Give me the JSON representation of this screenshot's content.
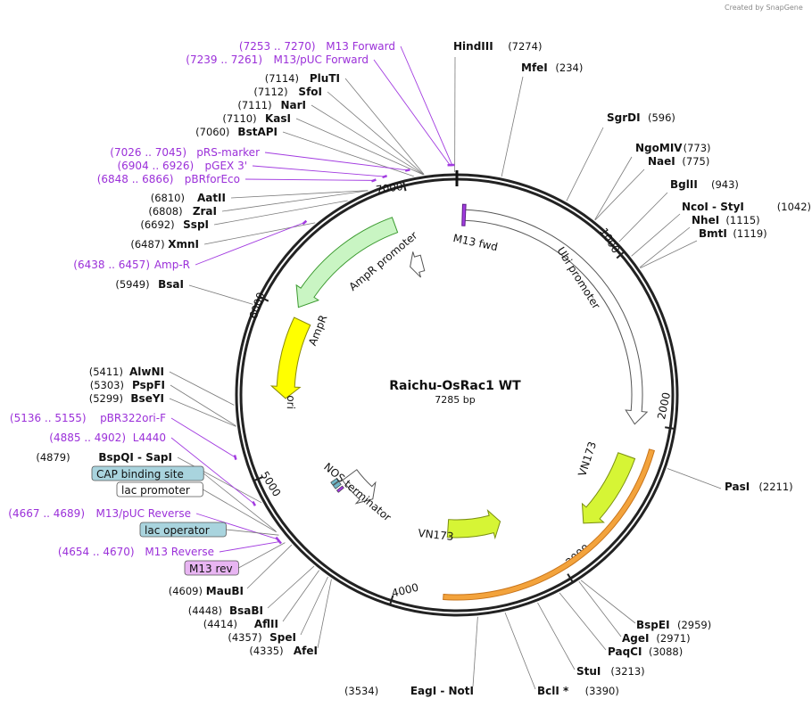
{
  "credit": "Created by SnapGene",
  "plasmid": {
    "name": "Raichu-OsRac1 WT",
    "length_label": "7285 bp",
    "length": 7285
  },
  "ticks": [
    {
      "pos": 1000,
      "label": "1000"
    },
    {
      "pos": 2000,
      "label": "2000"
    },
    {
      "pos": 3000,
      "label": "3000"
    },
    {
      "pos": 4000,
      "label": "4000"
    },
    {
      "pos": 5000,
      "label": "5000"
    },
    {
      "pos": 6000,
      "label": "6000"
    },
    {
      "pos": 7000,
      "label": "7000"
    }
  ],
  "enzymes": [
    {
      "name": "HindIII",
      "pos_text": "(7274)",
      "pos": 7274
    },
    {
      "name": "MfeI",
      "pos_text": "(234)",
      "pos": 234
    },
    {
      "name": "SgrDI",
      "pos_text": "(596)",
      "pos": 596
    },
    {
      "name": "NgoMIV",
      "pos_text": "(773)",
      "pos": 773
    },
    {
      "name": "NaeI",
      "pos_text": "(775)",
      "pos": 775
    },
    {
      "name": "BglII",
      "pos_text": "(943)",
      "pos": 943
    },
    {
      "name": "NcoI  -  StyI",
      "pos_text": "(1042)",
      "pos": 1042
    },
    {
      "name": "NheI",
      "pos_text": "(1115)",
      "pos": 1115
    },
    {
      "name": "BmtI",
      "pos_text": "(1119)",
      "pos": 1119
    },
    {
      "name": "PasI",
      "pos_text": "(2211)",
      "pos": 2211
    },
    {
      "name": "BspEI",
      "pos_text": "(2959)",
      "pos": 2959
    },
    {
      "name": "AgeI",
      "pos_text": "(2971)",
      "pos": 2971
    },
    {
      "name": "PaqCI",
      "pos_text": "(3088)",
      "pos": 3088
    },
    {
      "name": "StuI",
      "pos_text": "(3213)",
      "pos": 3213
    },
    {
      "name": "BclI *",
      "pos_text": "(3390)",
      "pos": 3390
    },
    {
      "name": "EagI  -  NotI",
      "pos_text": "(3534)",
      "pos": 3534
    },
    {
      "name": "AfeI",
      "pos_text": "(4335)",
      "pos": 4335
    },
    {
      "name": "SpeI",
      "pos_text": "(4357)",
      "pos": 4357
    },
    {
      "name": "AflII",
      "pos_text": "(4414)",
      "pos": 4414
    },
    {
      "name": "BsaBI",
      "pos_text": "(4448)",
      "pos": 4448
    },
    {
      "name": "MauBI",
      "pos_text": "(4609)",
      "pos": 4609
    },
    {
      "name": "BspQI  -  SapI",
      "pos_text": "(4879)",
      "pos": 4879
    },
    {
      "name": "BseYI",
      "pos_text": "(5299)",
      "pos": 5299
    },
    {
      "name": "PspFI",
      "pos_text": "(5303)",
      "pos": 5303
    },
    {
      "name": "AlwNI",
      "pos_text": "(5411)",
      "pos": 5411
    },
    {
      "name": "BsaI",
      "pos_text": "(5949)",
      "pos": 5949
    },
    {
      "name": "XmnI",
      "pos_text": "(6487)",
      "pos": 6487
    },
    {
      "name": "SspI",
      "pos_text": "(6692)",
      "pos": 6692
    },
    {
      "name": "ZraI",
      "pos_text": "(6808)",
      "pos": 6808
    },
    {
      "name": "AatII",
      "pos_text": "(6810)",
      "pos": 6810
    },
    {
      "name": "BstAPI",
      "pos_text": "(7060)",
      "pos": 7060
    },
    {
      "name": "KasI",
      "pos_text": "(7110)",
      "pos": 7110
    },
    {
      "name": "NarI",
      "pos_text": "(7111)",
      "pos": 7111
    },
    {
      "name": "SfoI",
      "pos_text": "(7112)",
      "pos": 7112
    },
    {
      "name": "PluTI",
      "pos_text": "(7114)",
      "pos": 7114
    }
  ],
  "primers": [
    {
      "name": "M13 Forward",
      "range_text": "(7253 .. 7270)",
      "pos": 7261
    },
    {
      "name": "M13/pUC Forward",
      "range_text": "(7239 .. 7261)",
      "pos": 7250
    },
    {
      "name": "pRS-marker",
      "range_text": "(7026 .. 7045)",
      "pos": 7035
    },
    {
      "name": "pGEX 3'",
      "range_text": "(6904 .. 6926)",
      "pos": 6915
    },
    {
      "name": "pBRforEco",
      "range_text": "(6848 .. 6866)",
      "pos": 6857
    },
    {
      "name": "Amp-R",
      "range_text": "(6438 .. 6457)",
      "pos": 6447
    },
    {
      "name": "pBR322ori-F",
      "range_text": "(5136 .. 5155)",
      "pos": 5145
    },
    {
      "name": "L4440",
      "range_text": "(4885 .. 4902)",
      "pos": 4893
    },
    {
      "name": "M13/pUC Reverse",
      "range_text": "(4667 .. 4689)",
      "pos": 4678
    },
    {
      "name": "M13 Reverse",
      "range_text": "(4654 .. 4670)",
      "pos": 4662
    }
  ],
  "boxed_features": [
    {
      "name": "CAP binding site",
      "style": "cap"
    },
    {
      "name": "lac promoter",
      "style": "plain"
    },
    {
      "name": "lac operator",
      "style": "cap"
    },
    {
      "name": "M13 rev",
      "style": "m13"
    }
  ],
  "features": [
    {
      "name": "M13 fwd"
    },
    {
      "name": "Ubi promoter"
    },
    {
      "name": "VN173"
    },
    {
      "name": "VN173"
    },
    {
      "name": "NOS terminator"
    },
    {
      "name": "ori"
    },
    {
      "name": "AmpR"
    },
    {
      "name": "AmpR promoter"
    }
  ],
  "colors": {
    "backbone": "#222222",
    "primer": "#a23be0",
    "ampr": "#c9f5c3",
    "ampr_edge": "#3b9a2f",
    "ori": "#ffff00",
    "vn173": "#d6f535",
    "orange_band": "#f3a33c",
    "cap_box": "#a9d4de",
    "m13rev_box": "#e8b5f2"
  }
}
